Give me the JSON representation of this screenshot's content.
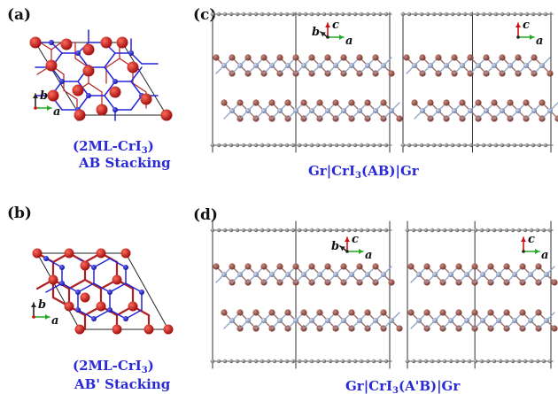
{
  "panels": {
    "a": {
      "label": "(a)",
      "caption_line1": "(2ML-CrI",
      "caption_sub": "3",
      "caption_close": ")",
      "caption_line2": "AB Stacking"
    },
    "b": {
      "label": "(b)",
      "caption_line1": "(2ML-CrI",
      "caption_sub": "3",
      "caption_close": ")",
      "caption_line2": "AB' Stacking"
    },
    "c": {
      "label": "(c)",
      "caption_pre": "Gr|CrI",
      "caption_sub": "3",
      "caption_post": "(AB)|Gr"
    },
    "d": {
      "label": "(d)",
      "caption_pre": "Gr|CrI",
      "caption_sub": "3",
      "caption_post": "(A'B)|Gr"
    }
  },
  "axes": {
    "a": "a",
    "b": "b",
    "c": "c"
  },
  "colors": {
    "iodine": "#a0524a",
    "iodine_bright": "#d42020",
    "chromium": "#8fa3c7",
    "carbon": "#8a8a8a",
    "blue_bond": "#2424d8",
    "red_bond": "#b02020",
    "caption": "#2a2ad8"
  }
}
